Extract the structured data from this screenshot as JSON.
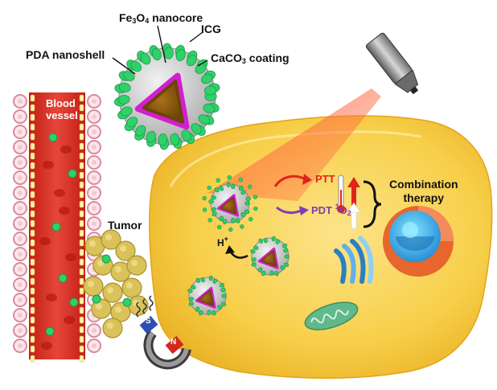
{
  "labels": {
    "fe3o4_pre": "Fe",
    "fe3o4_sub3": "3",
    "fe3o4_o": "O",
    "fe3o4_sub4": "4",
    "fe3o4_post": " nanocore",
    "icg": "ICG",
    "pda": "PDA nanoshell",
    "caco3_pre": "CaCO",
    "caco3_sub": "3",
    "caco3_post": " coating",
    "blood_1": "Blood",
    "blood_2": "vessel",
    "tumor": "Tumor",
    "ptt": "PTT",
    "pdt": "PDT ",
    "pdt_sup": "1",
    "pdt_o": "O",
    "pdt_sub": "2",
    "combo_1": "Combination",
    "combo_2": "therapy",
    "h_plus": "H",
    "h_plus_sup": "+",
    "magnet_s": "S",
    "magnet_n": "N"
  },
  "colors": {
    "green_dot": "#2fd16a",
    "pda_magenta": "#d21fd0",
    "core_brown": "#8b5a0c",
    "cell_yellow": "#f5c43a",
    "vessel_red": "#d4281e",
    "ptt_red": "#e2231a",
    "pdt_purple": "#7b3fb5"
  },
  "icons": [
    "laser-icon",
    "magnet-icon",
    "thermometer-icon",
    "nucleus-icon",
    "mitochondrion-icon",
    "golgi-icon"
  ]
}
